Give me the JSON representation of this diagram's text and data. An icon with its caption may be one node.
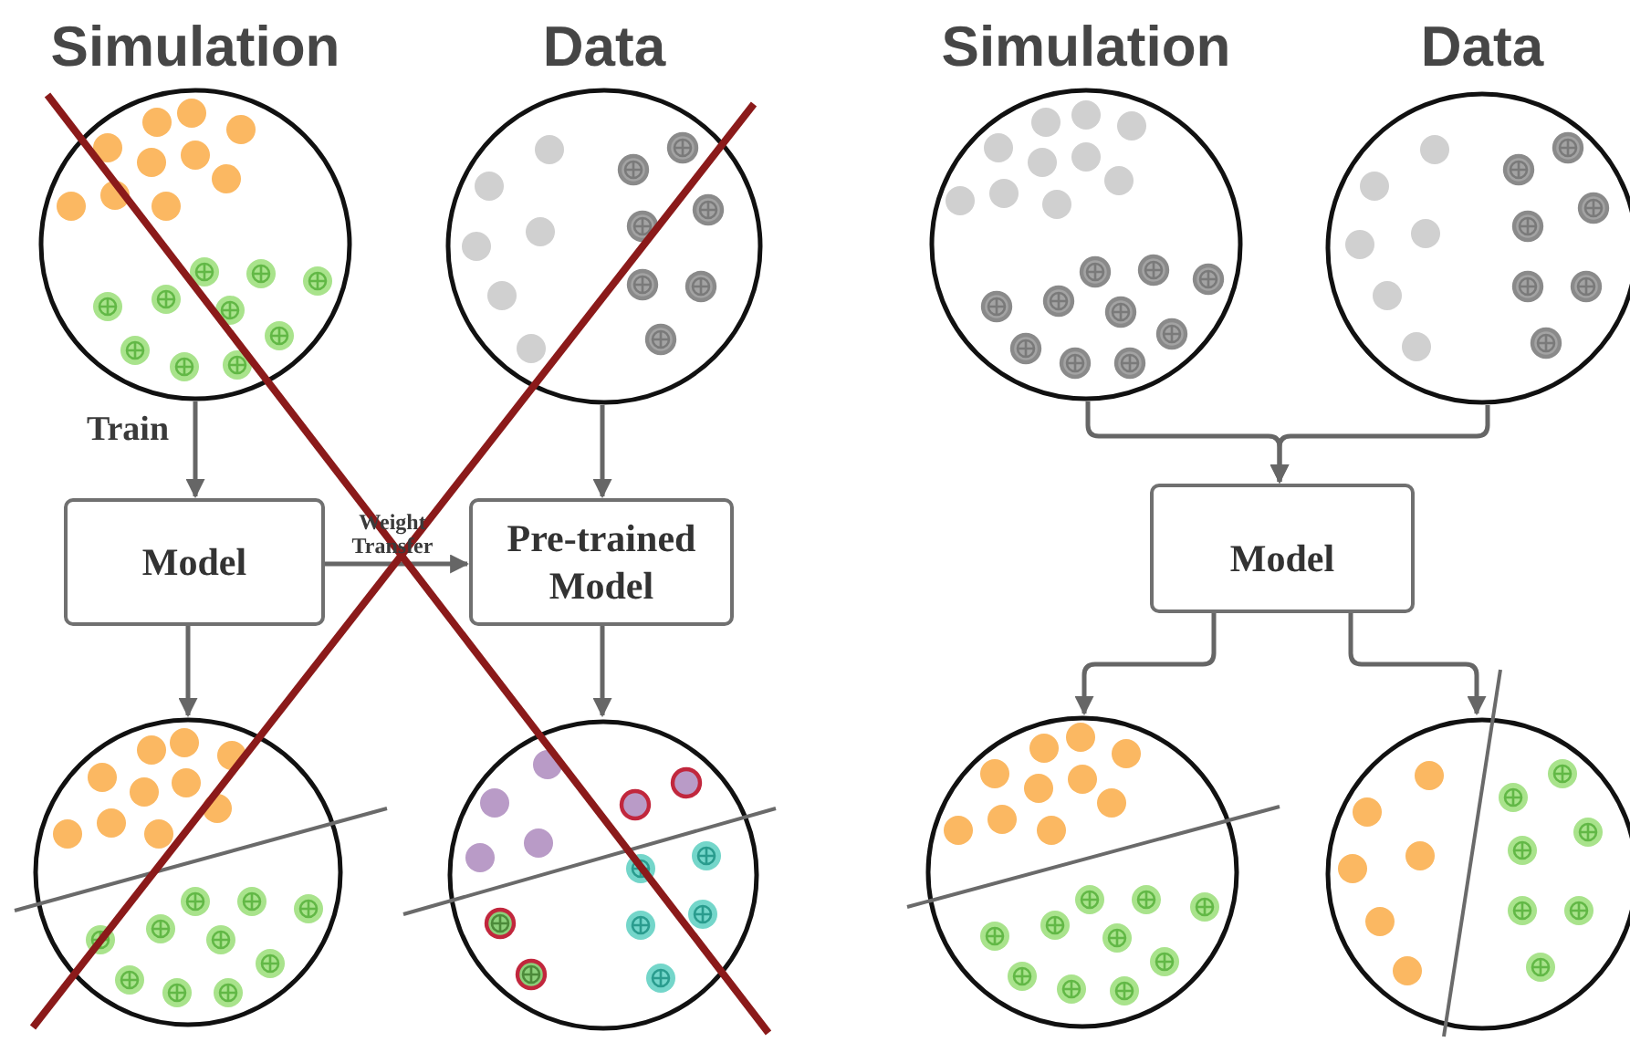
{
  "diagram": {
    "nodes": [
      {
        "text": [
          "Simulation"
        ]
      },
      {
        "text": [
          "Data"
        ]
      },
      {
        "text": [
          "Model"
        ]
      },
      {
        "text": [
          "Pre-trained Model"
        ]
      },
      {
        "text": [],
        "shape": "circle"
      },
      {
        "text": [],
        "shape": "circle"
      },
      {
        "text": [
          "Simulation"
        ]
      },
      {
        "text": [
          "Data"
        ]
      },
      {
        "text": [
          "Model"
        ]
      },
      {
        "text": [],
        "shape": "circle"
      },
      {
        "text": [],
        "shape": "circle"
      }
    ],
    "edges": [
      {
        "from": 0,
        "to": 2,
        "arrow": "to",
        "label": "Train"
      },
      {
        "from": 1,
        "to": 3,
        "arrow": "to"
      },
      {
        "from": 2,
        "to": 3,
        "arrow": "to",
        "label": "Weight Transfer"
      },
      {
        "from": 2,
        "to": 4,
        "arrow": "to"
      },
      {
        "from": 3,
        "to": 5,
        "arrow": "to"
      },
      {
        "from": 6,
        "to": 8,
        "arrow": "to"
      },
      {
        "from": 7,
        "to": 8,
        "arrow": "to"
      },
      {
        "from": 8,
        "to": 9,
        "arrow": "to"
      },
      {
        "from": 8,
        "to": 10,
        "arrow": "to"
      }
    ]
  }
}
